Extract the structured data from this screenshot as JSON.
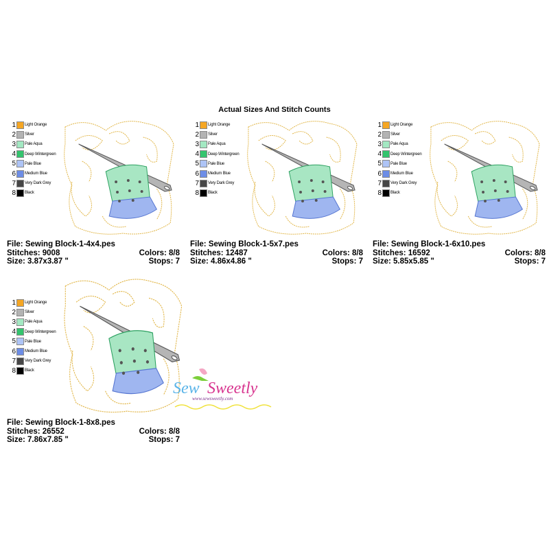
{
  "title": "Actual Sizes And Stitch Counts",
  "palette": [
    {
      "num": "1",
      "name": "Light Orange",
      "color": "#f5a623"
    },
    {
      "num": "2",
      "name": "Silver",
      "color": "#b3b3b3"
    },
    {
      "num": "3",
      "name": "Pale Aqua",
      "color": "#a3e8c2"
    },
    {
      "num": "4",
      "name": "Deep Wintergreen",
      "color": "#34c46e"
    },
    {
      "num": "5",
      "name": "Pale Blue",
      "color": "#aec4f6"
    },
    {
      "num": "6",
      "name": "Medium Blue",
      "color": "#6d8de6"
    },
    {
      "num": "7",
      "name": "Very Dark Grey",
      "color": "#464646"
    },
    {
      "num": "8",
      "name": "Black",
      "color": "#000000"
    }
  ],
  "blocks": [
    {
      "file": "File: Sewing Block-1-4x4.pes",
      "stitches": "Stitches: 9008",
      "colors": "Colors: 8/8",
      "size": "Size: 3.87x3.87 \"",
      "stops": "Stops: 7"
    },
    {
      "file": "File: Sewing Block-1-5x7.pes",
      "stitches": "Stitches: 12487",
      "colors": "Colors: 8/8",
      "size": "Size: 4.86x4.86 \"",
      "stops": "Stops: 7"
    },
    {
      "file": "File: Sewing Block-1-6x10.pes",
      "stitches": "Stitches: 16592",
      "colors": "Colors: 8/8",
      "size": "Size: 5.85x5.85 \"",
      "stops": "Stops: 7"
    },
    {
      "file": "File: Sewing Block-1-8x8.pes",
      "stitches": "Stitches: 26552",
      "colors": "Colors: 8/8",
      "size": "Size: 7.86x7.85 \"",
      "stops": "Stops: 7"
    }
  ],
  "logo": {
    "brand_text": "Sew Sweetly",
    "url_text": "www.sewsweetly.com"
  }
}
